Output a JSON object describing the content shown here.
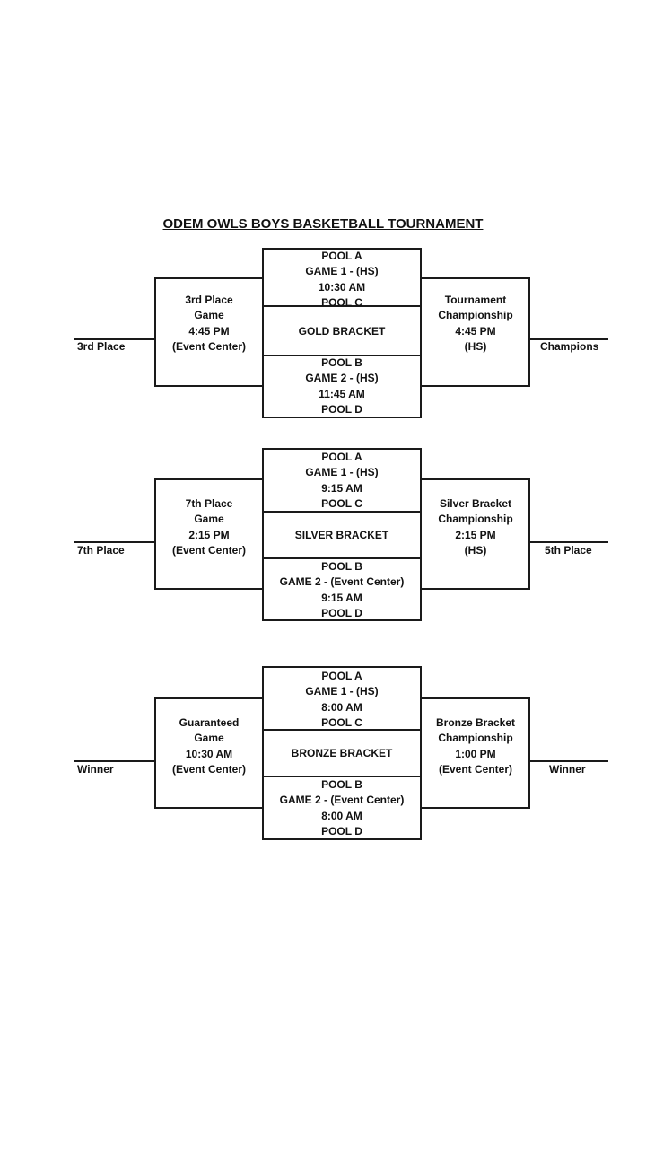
{
  "title": "ODEM OWLS BOYS BASKETBALL TOURNAMENT",
  "brackets": [
    {
      "name": "GOLD BRACKET",
      "top_game": [
        "POOL A",
        "GAME 1 -  (HS)",
        "10:30 AM",
        "POOL C"
      ],
      "bottom_game": [
        "POOL B",
        "GAME 2 - (HS)",
        "11:45 AM",
        "POOL D"
      ],
      "left_game": [
        "3rd Place",
        "Game",
        "4:45 PM",
        "(Event Center)"
      ],
      "right_game": [
        "Tournament",
        "Championship",
        "4:45 PM",
        "(HS)"
      ],
      "left_result": "3rd Place",
      "right_result": "Champions"
    },
    {
      "name": "SILVER BRACKET",
      "top_game": [
        "POOL A",
        "GAME 1 - (HS)",
        "9:15 AM",
        "POOL C"
      ],
      "bottom_game": [
        "POOL B",
        "GAME 2 - (Event Center)",
        "9:15 AM",
        "POOL D"
      ],
      "left_game": [
        "7th Place",
        "Game",
        "2:15 PM",
        "(Event Center)"
      ],
      "right_game": [
        "Silver Bracket",
        "Championship",
        "2:15 PM",
        "(HS)"
      ],
      "left_result": "7th Place",
      "right_result": "5th Place"
    },
    {
      "name": "BRONZE BRACKET",
      "top_game": [
        "POOL A",
        "GAME 1 -  (HS)",
        "8:00 AM",
        "POOL C"
      ],
      "bottom_game": [
        "POOL B",
        "GAME 2 - (Event Center)",
        "8:00 AM",
        "POOL D"
      ],
      "left_game": [
        "Guaranteed",
        "Game",
        "10:30 AM",
        "(Event Center)"
      ],
      "right_game": [
        "Bronze Bracket",
        "Championship",
        "1:00 PM",
        "(Event Center)"
      ],
      "left_result": "Winner",
      "right_result": "Winner"
    }
  ]
}
